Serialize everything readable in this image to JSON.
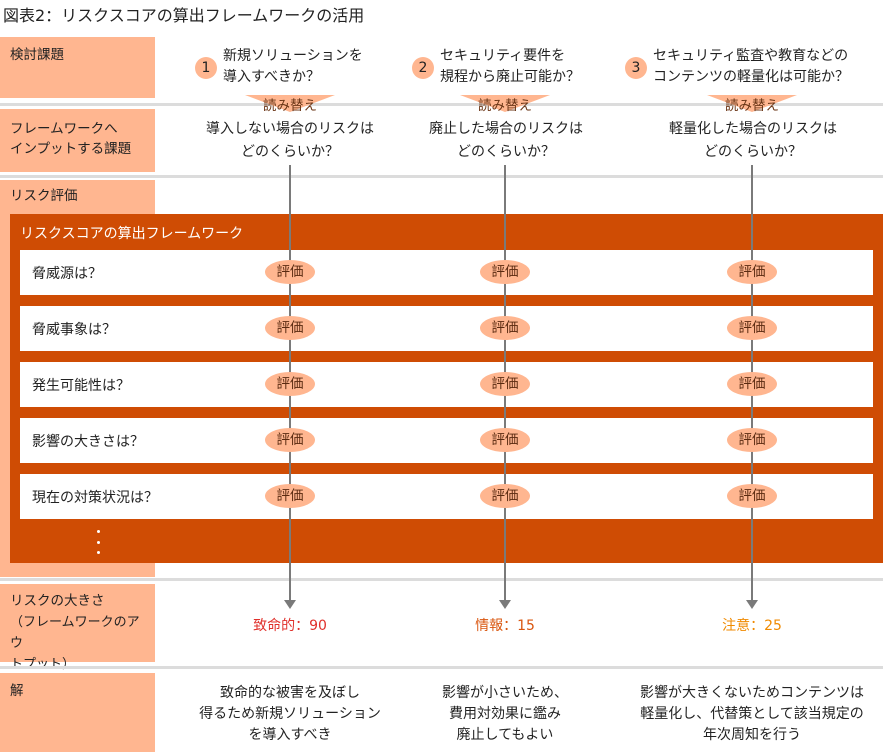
{
  "title": "図表2：リスクスコアの算出フレームワークの活用",
  "row_labels": {
    "issue": "検討課題",
    "input_line1": "フレームワークへ",
    "input_line2": "インプットする課題",
    "evaluation": "リスク評価",
    "size_line1": "リスクの大きさ",
    "size_line2": "（フレームワークのアウ",
    "size_line3": "トプット）",
    "solution": "解"
  },
  "columns": [
    {
      "number": "1",
      "question_line1": "新規ソリューションを",
      "question_line2": "導入すべきか？",
      "reinterpret": "読み替え",
      "input_line1": "導入しない場合のリスクは",
      "input_line2": "どのくらいか？",
      "result": "致命的：90",
      "result_color": "#e0302b",
      "solution_line1": "致命的な被害を及ぼし",
      "solution_line2": "得るため新規ソリューション",
      "solution_line3": "を導入すべき"
    },
    {
      "number": "2",
      "question_line1": "セキュリティ要件を",
      "question_line2": "規程から廃止可能か？",
      "reinterpret": "読み替え",
      "input_line1": "廃止した場合のリスクは",
      "input_line2": "どのくらいか？",
      "result": "情報：15",
      "result_color": "#d9550e",
      "solution_line1": "影響が小さいため、",
      "solution_line2": "費用対効果に鑑み",
      "solution_line3": "廃止してもよい"
    },
    {
      "number": "3",
      "question_line1": "セキュリティ監査や教育などの",
      "question_line2": "コンテンツの軽量化は可能か？",
      "reinterpret": "読み替え",
      "input_line1": "軽量化した場合のリスクは",
      "input_line2": "どのくらいか？",
      "result": "注意：25",
      "result_color": "#f08a00",
      "solution_line1": "影響が大きくないためコンテンツは",
      "solution_line2": "軽量化し、代替策として該当規定の",
      "solution_line3": "年次周知を行う"
    }
  ],
  "framework": {
    "title": "リスクスコアの算出フレームワーク",
    "criteria": [
      "脅威源は？",
      "脅威事象は？",
      "発生可能性は？",
      "影響の大きさは？",
      "現在の対策状況は？"
    ],
    "evaluate_label": "評価",
    "continuation": "⋮"
  },
  "colors": {
    "label_bg": "#ffb690",
    "framework_bg": "#cf4c04",
    "connector": "#7a7a7a"
  }
}
